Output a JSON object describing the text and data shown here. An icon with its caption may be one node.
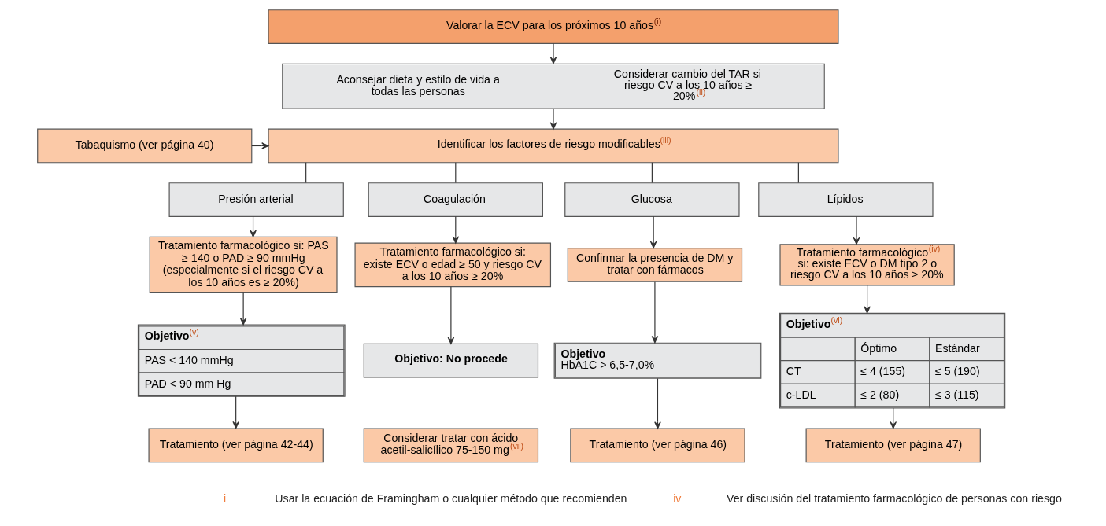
{
  "diagram": {
    "nodes": [
      {
        "text": [
          "Valorar la ECV para los próximos 10 años$^{(i)}$"
        ]
      },
      {
        "text": [
          "Aconsejar dieta y estilo de vida a todas las personas",
          "Considerar cambio del TAR si riesgo CV a los 10 años ≥ 20%$^{(ii)}$"
        ]
      },
      {
        "text": [
          "Tabaquismo (ver página 40)"
        ]
      },
      {
        "text": [
          "Identificar los factores de riesgo modificables$^{(iii)}$"
        ]
      },
      {
        "text": [
          "Presión arterial"
        ]
      },
      {
        "text": [
          "Tratamiento farmacológico si: PAS ≥ 140 o PAD ≥ 90 mmHg (especialmente si el riesgo CV a los 10 años es ≥ 20%)"
        ]
      },
      {
        "text": [
          "**Objetivo**$^{(v)}$",
          "PAS < 140 mmHg",
          "PAD < 90 mm Hg"
        ]
      },
      {
        "text": [
          "Tratamiento (ver página 42-44)"
        ]
      },
      {
        "text": [
          "Coagulación"
        ]
      },
      {
        "text": [
          "Tratamiento farmacológico si: existe ECV o edad ≥ 50 y riesgo CV a los 10 años ≥ 20%"
        ]
      },
      {
        "text": [
          "Objetivo: No procede"
        ]
      },
      {
        "text": [
          "Considerar tratar con ácido acetil-salicílico 75-150 mg$^{(vii)}$"
        ]
      },
      {
        "text": [
          "Glucosa"
        ]
      },
      {
        "text": [
          "Confirmar la presencia de DM y tratar con fármacos"
        ]
      },
      {
        "text": [
          "Objetivo",
          "HbA1C > 6,5-7,0%"
        ]
      },
      {
        "text": [
          "Tratamiento (ver página 46)"
        ]
      },
      {
        "text": [
          "Lípidos"
        ]
      },
      {
        "text": [
          "Tratamiento farmacológico$^{(iv)}$ si: existe ECV o DM tipo 2 o riesgo CV a los 10 años ≥ 20%"
        ]
      },
      {
        "text": [
          "**Objetivo**$^{(vi)}$",
          "Óptimo",
          "Estándar",
          "CT",
          "≤ 4 (155)",
          "≤ 5 (190)",
          "c-LDL",
          "≤ 2 (80)",
          "≤ 3 (115)"
        ]
      },
      {
        "text": [
          "Tratamiento (ver página 47)"
        ]
      }
    ],
    "edges": [
      {
        "from": 0,
        "to": 1,
        "arrow": "to"
      },
      {
        "from": 1,
        "to": 3,
        "arrow": "to"
      },
      {
        "from": 2,
        "to": 3,
        "arrow": "to"
      },
      {
        "from": 3,
        "to": 4,
        "arrow": "none"
      },
      {
        "from": 3,
        "to": 8,
        "arrow": "none"
      },
      {
        "from": 3,
        "to": 12,
        "arrow": "none"
      },
      {
        "from": 3,
        "to": 16,
        "arrow": "none"
      },
      {
        "from": 4,
        "to": 5,
        "arrow": "to"
      },
      {
        "from": 5,
        "to": 6,
        "arrow": "to"
      },
      {
        "from": 6,
        "to": 7,
        "arrow": "to"
      },
      {
        "from": 8,
        "to": 9,
        "arrow": "to"
      },
      {
        "from": 9,
        "to": 10,
        "arrow": "to"
      },
      {
        "from": 12,
        "to": 13,
        "arrow": "to"
      },
      {
        "from": 13,
        "to": 14,
        "arrow": "to"
      },
      {
        "from": 14,
        "to": 15,
        "arrow": "to"
      },
      {
        "from": 16,
        "to": 17,
        "arrow": "to"
      },
      {
        "from": 17,
        "to": 18,
        "arrow": "to"
      },
      {
        "from": 18,
        "to": 19,
        "arrow": "to"
      }
    ],
    "labels": [
      "i",
      "Usar la ecuación de Framingham o cualquier método que recomienden",
      "iv",
      "Ver discusión del tratamiento farmacológico de personas con riesgo"
    ]
  }
}
